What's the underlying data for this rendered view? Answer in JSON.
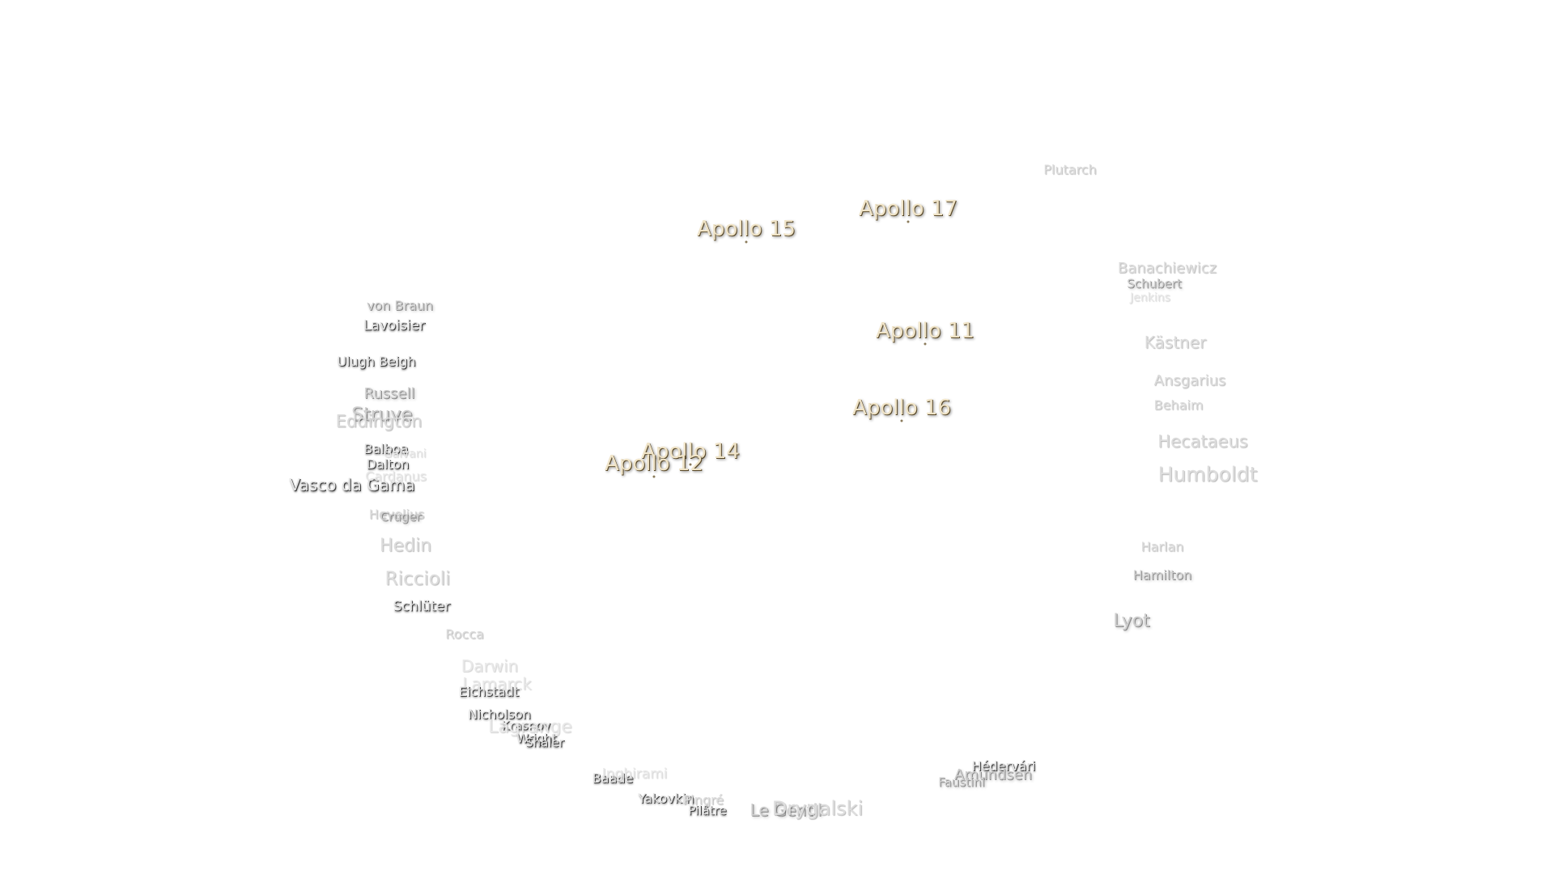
{
  "landing_sites": [
    {
      "name": "Apollo 15"
    },
    {
      "name": "Apollo 17"
    },
    {
      "name": "Apollo 11"
    },
    {
      "name": "Apollo 16"
    },
    {
      "name": "Apollo 14"
    },
    {
      "name": "Apollo 12"
    }
  ],
  "craters": [
    {
      "name": "Plutarch"
    },
    {
      "name": "Banachiewicz"
    },
    {
      "name": "Schubert"
    },
    {
      "name": "Jenkins"
    },
    {
      "name": "Kästner"
    },
    {
      "name": "Ansgarius"
    },
    {
      "name": "Behaim"
    },
    {
      "name": "Hecataeus"
    },
    {
      "name": "Humboldt"
    },
    {
      "name": "Harlan"
    },
    {
      "name": "Hamilton"
    },
    {
      "name": "Lyot"
    },
    {
      "name": "von Braun"
    },
    {
      "name": "Lavoisier"
    },
    {
      "name": "Ulugh Beigh"
    },
    {
      "name": "Russell"
    },
    {
      "name": "Struve"
    },
    {
      "name": "Eddington"
    },
    {
      "name": "Balboa"
    },
    {
      "name": "Dalton"
    },
    {
      "name": "Vasco da Gama"
    },
    {
      "name": "Cardanus"
    },
    {
      "name": "Galvani"
    },
    {
      "name": "Hevelius"
    },
    {
      "name": "Cruger"
    },
    {
      "name": "Hedin"
    },
    {
      "name": "Riccioli"
    },
    {
      "name": "Schlüter"
    },
    {
      "name": "Rocca"
    },
    {
      "name": "Darwin"
    },
    {
      "name": "Lamarck"
    },
    {
      "name": "Eichstadt"
    },
    {
      "name": "Nicholson"
    },
    {
      "name": "Krasnov"
    },
    {
      "name": "Lagrange"
    },
    {
      "name": "Wright"
    },
    {
      "name": "Shaler"
    },
    {
      "name": "Baade"
    },
    {
      "name": "Inghirami"
    },
    {
      "name": "Yakovkin"
    },
    {
      "name": "Pingré"
    },
    {
      "name": "Pilâtre"
    },
    {
      "name": "Le Gentil"
    },
    {
      "name": "Drygalski"
    },
    {
      "name": "Hédervári"
    },
    {
      "name": "Amundsen"
    },
    {
      "name": "Faustini"
    }
  ]
}
